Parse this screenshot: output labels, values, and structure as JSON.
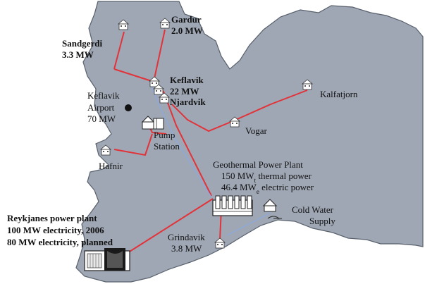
{
  "colors": {
    "land": "#9fa7b4",
    "land_stroke": "#58606c",
    "sea": "#ffffff",
    "hot_pipe": "#e2333a",
    "cold_pipe": "#8fa8d8",
    "site": "#111111"
  },
  "labels": {
    "gardur_name": "Gardur",
    "gardur_mw": "2.0 MW",
    "sandgerdi_name": "Sandgerdi",
    "sandgerdi_mw": "3.3 MW",
    "keflavik_name": "Keflavik",
    "keflavik_mw": "22 MW",
    "njardvik_name": "Njardvik",
    "airport_l1": "Keflavik",
    "airport_l2": "Airport",
    "airport_mw": "70 MW",
    "kalfatjorn": "Kalfatjorn",
    "vogar": "Vogar",
    "pump_l1": "Pump",
    "pump_l2": "Station",
    "hafnir": "Hafnir",
    "geo_title": "Geothermal Power Plant",
    "geo_thermal_value": "150 MW",
    "geo_thermal_sub": "t",
    "geo_thermal_rest": " thermal power",
    "geo_electric_value": "46.4 MW",
    "geo_electric_sub": "e",
    "geo_electric_rest": " electric power",
    "cold_l1": "Cold Water",
    "cold_l2": "Supply",
    "grindavik_name": "Grindavik",
    "grindavik_mw": "3.8 MW",
    "reyk_l1": "Reykjanes power plant",
    "reyk_l2": "100 MW electricity, 2006",
    "reyk_l3": "80 MW electricity, planned"
  },
  "icons": {
    "town": "house-icon",
    "plant": "geothermal-plant-icon",
    "pump": "pump-station-icon",
    "cold_water": "cold-water-tank-icon",
    "airport": "airport-dot-icon",
    "reykjanes": "power-plant-building-icon"
  }
}
